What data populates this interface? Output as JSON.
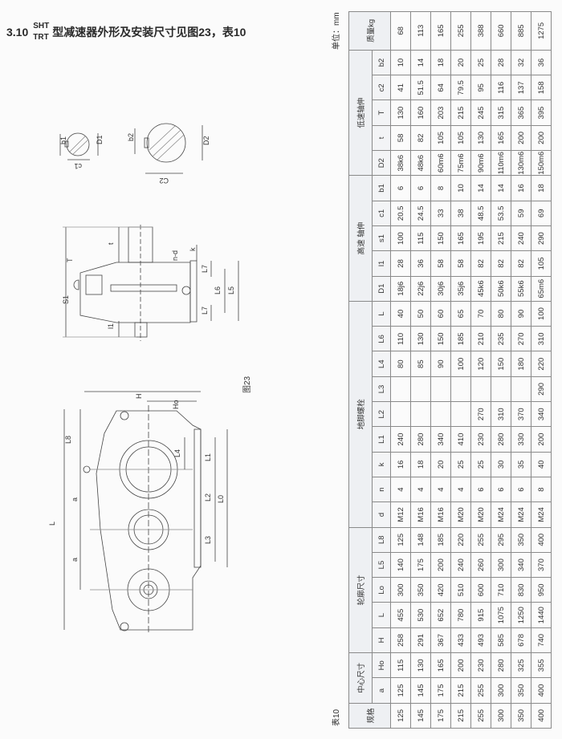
{
  "title": {
    "section": "3.10",
    "model_top": "SHT",
    "model_bottom": "TRT",
    "text": "型减速器外形及安装尺寸见图23，表10"
  },
  "unit_label": "单位：mm",
  "table_label": "表10",
  "figure_label": "图23",
  "drawing": {
    "labels": {
      "b1": "b1",
      "D1": "D1",
      "c1": "c1",
      "b2": "b2",
      "D2": "D2",
      "C2": "C2",
      "T": "T",
      "t": "t",
      "S1": "S1",
      "l1": "l1",
      "nd": "n-d",
      "k": "k",
      "L7a": "L7",
      "L7b": "L7",
      "L6": "L6",
      "L5": "L5",
      "H": "H",
      "Ho": "Ho",
      "L": "L",
      "L8": "L8",
      "a1": "a",
      "a2": "a",
      "L4": "L4",
      "L1": "L1",
      "L2": "L2",
      "L3": "L3",
      "L0": "L0"
    }
  },
  "table": {
    "groups": [
      {
        "label": "规格",
        "span": 1,
        "rowspan": 2
      },
      {
        "label": "中心尺寸",
        "span": 2
      },
      {
        "label": "轮廓尺寸",
        "span": 5
      },
      {
        "label": "地脚螺栓",
        "span": 9
      },
      {
        "label": "高速 轴伸",
        "span": 5
      },
      {
        "label": "低速轴伸",
        "span": 5
      },
      {
        "label": "质量kg",
        "span": 1,
        "rowspan": 2
      }
    ],
    "subheaders": [
      "a",
      "Ho",
      "H",
      "L",
      "Lo",
      "L5",
      "L8",
      "d",
      "n",
      "k",
      "L1",
      "L2",
      "L3",
      "L4",
      "L6",
      "L",
      "D1",
      "l1",
      "s1",
      "c1",
      "b1",
      "D2",
      "t",
      "T",
      "c2",
      "b2"
    ],
    "rows": [
      [
        "125",
        "125",
        "115",
        "258",
        "455",
        "300",
        "140",
        "125",
        "M12",
        "4",
        "16",
        "240",
        "",
        "",
        "80",
        "110",
        "40",
        "18j6",
        "28",
        "100",
        "20.5",
        "6",
        "38k6",
        "58",
        "130",
        "41",
        "10",
        "68"
      ],
      [
        "145",
        "145",
        "130",
        "291",
        "530",
        "350",
        "175",
        "148",
        "M16",
        "4",
        "18",
        "280",
        "",
        "",
        "85",
        "130",
        "50",
        "22j6",
        "36",
        "115",
        "24.5",
        "6",
        "48k6",
        "82",
        "160",
        "51.5",
        "14",
        "113"
      ],
      [
        "175",
        "175",
        "165",
        "367",
        "652",
        "420",
        "200",
        "185",
        "M16",
        "4",
        "20",
        "340",
        "",
        "",
        "90",
        "150",
        "60",
        "30j6",
        "58",
        "150",
        "33",
        "8",
        "60m6",
        "105",
        "203",
        "64",
        "18",
        "165"
      ],
      [
        "215",
        "215",
        "200",
        "433",
        "780",
        "510",
        "240",
        "220",
        "M20",
        "4",
        "25",
        "410",
        "",
        "",
        "100",
        "185",
        "65",
        "35j6",
        "58",
        "165",
        "38",
        "10",
        "75m6",
        "105",
        "215",
        "79.5",
        "20",
        "255"
      ],
      [
        "255",
        "255",
        "230",
        "493",
        "915",
        "600",
        "260",
        "255",
        "M20",
        "6",
        "25",
        "230",
        "270",
        "",
        "120",
        "210",
        "70",
        "45k6",
        "82",
        "195",
        "48.5",
        "14",
        "90m6",
        "130",
        "245",
        "95",
        "25",
        "388"
      ],
      [
        "300",
        "300",
        "280",
        "585",
        "1075",
        "710",
        "300",
        "295",
        "M24",
        "6",
        "30",
        "280",
        "310",
        "",
        "150",
        "235",
        "80",
        "50k6",
        "82",
        "215",
        "53.5",
        "14",
        "110m6",
        "165",
        "315",
        "116",
        "28",
        "660"
      ],
      [
        "350",
        "350",
        "325",
        "678",
        "1250",
        "830",
        "340",
        "350",
        "M24",
        "6",
        "35",
        "330",
        "370",
        "",
        "180",
        "270",
        "90",
        "55k6",
        "82",
        "240",
        "59",
        "16",
        "130m6",
        "200",
        "365",
        "137",
        "32",
        "885"
      ],
      [
        "400",
        "400",
        "355",
        "740",
        "1440",
        "950",
        "370",
        "400",
        "M24",
        "8",
        "40",
        "200",
        "340",
        "290",
        "220",
        "310",
        "100",
        "65m6",
        "105",
        "290",
        "69",
        "18",
        "150m6",
        "200",
        "395",
        "158",
        "36",
        "1275"
      ]
    ]
  }
}
